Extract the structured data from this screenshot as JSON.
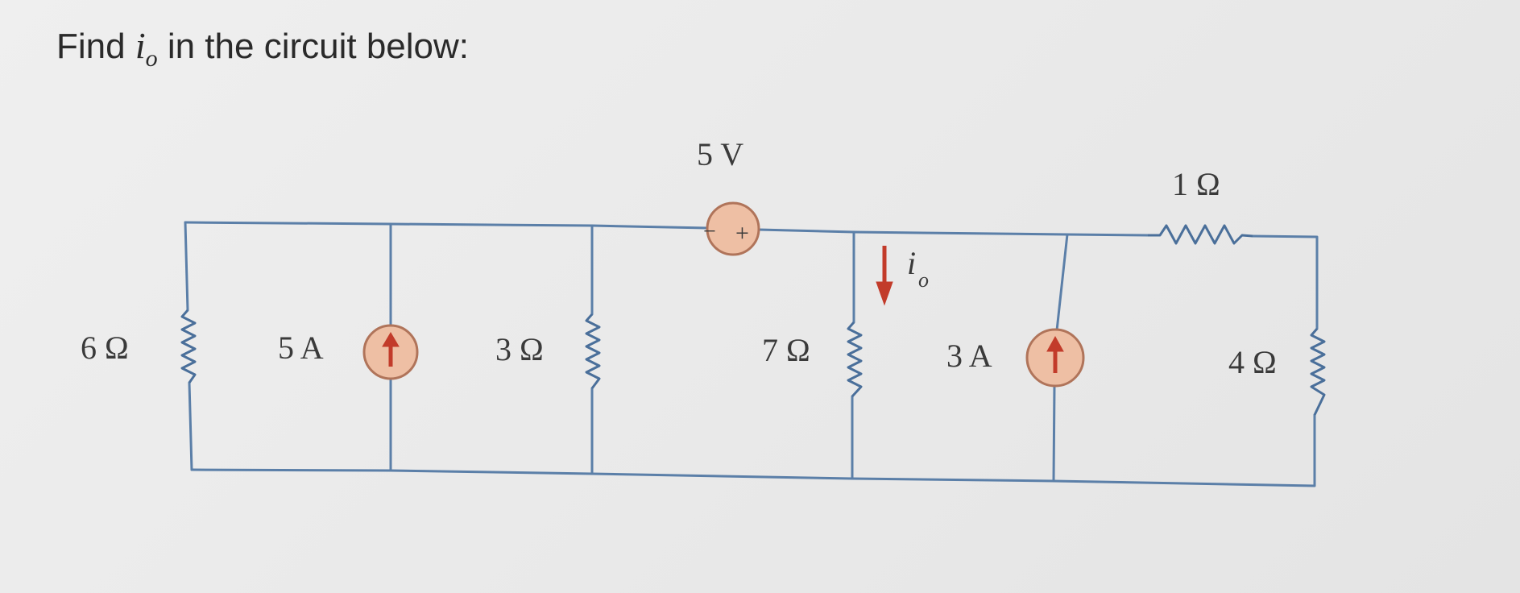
{
  "question": {
    "prefix": "Find ",
    "var": "i",
    "sub": "o",
    "suffix": " in the circuit below:"
  },
  "circuit": {
    "resistor_6": "6 Ω",
    "source_5A": "5 A",
    "resistor_3": "3 Ω",
    "voltage_source": "5 V",
    "voltage_source_minus": "−",
    "voltage_source_plus": "+",
    "resistor_7": "7 Ω",
    "current_label_var": "i",
    "current_label_sub": "o",
    "source_3A": "3 A",
    "resistor_1": "1 Ω",
    "resistor_4": "4 Ω"
  },
  "colors": {
    "wire": "#5b7fa8",
    "source_fill": "#eebfa4",
    "arrow": "#c23b2a"
  }
}
